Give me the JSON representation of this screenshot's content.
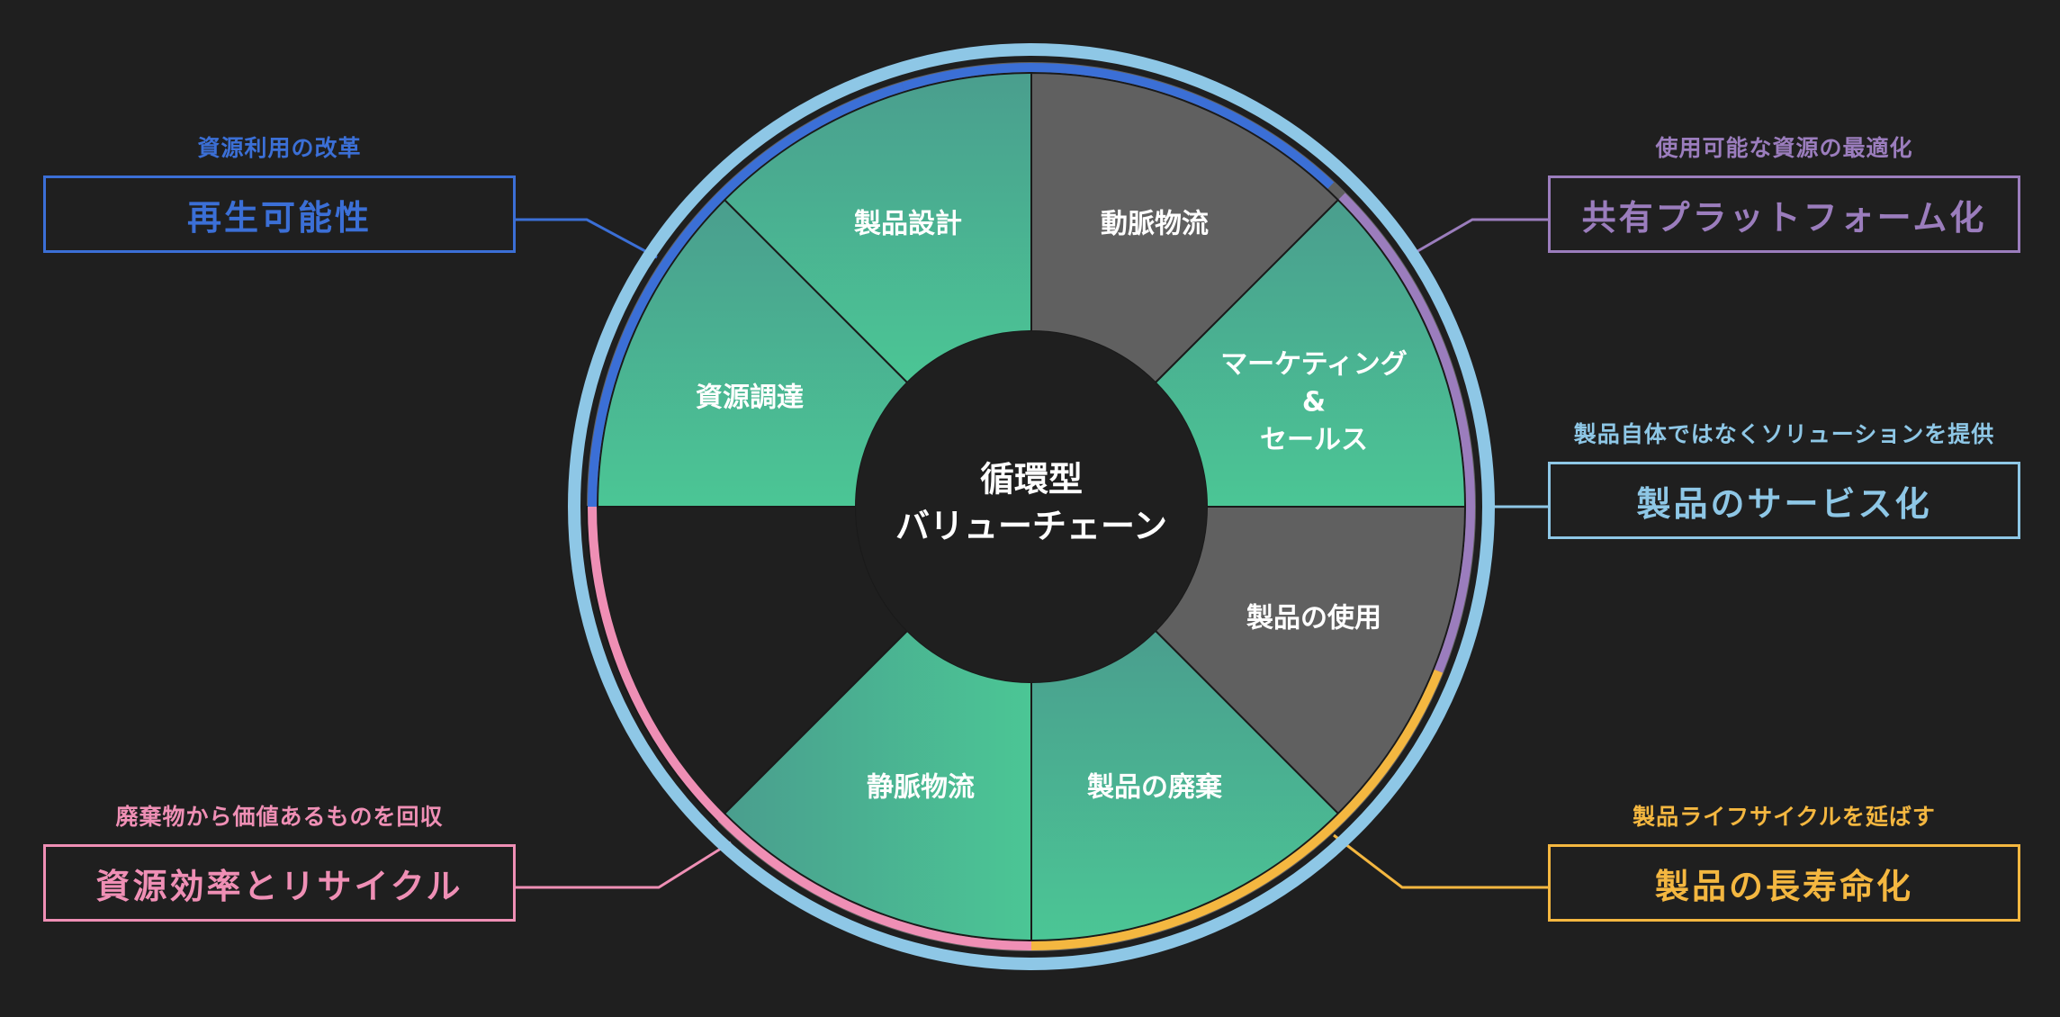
{
  "center": {
    "line1": "循環型",
    "line2": "バリューチェーン"
  },
  "segments": [
    {
      "id": "design",
      "label": [
        "製品設計"
      ],
      "color": "green"
    },
    {
      "id": "arterial",
      "label": [
        "動脈物流"
      ],
      "color": "gray"
    },
    {
      "id": "marketing",
      "label": [
        "マーケティング",
        "&",
        "セールス"
      ],
      "color": "green"
    },
    {
      "id": "use",
      "label": [
        "製品の使用"
      ],
      "color": "gray"
    },
    {
      "id": "disposal",
      "label": [
        "製品の廃棄"
      ],
      "color": "green"
    },
    {
      "id": "venous",
      "label": [
        "静脈物流"
      ],
      "color": "green"
    },
    {
      "id": "empty",
      "label": [],
      "color": "none"
    },
    {
      "id": "sourcing",
      "label": [
        "資源調達"
      ],
      "color": "green"
    }
  ],
  "groups": {
    "renewability": {
      "subtitle": "資源利用の改革",
      "title": "再生可能性",
      "color": "#3b6fd6"
    },
    "sharing": {
      "subtitle": "使用可能な資源の最適化",
      "title": "共有プラットフォーム化",
      "color": "#9b7dbd"
    },
    "servitization": {
      "subtitle": "製品自体ではなくソリューションを提供",
      "title": "製品のサービス化",
      "color": "#8ec7e6"
    },
    "recycling": {
      "subtitle": "廃棄物から価値あるものを回収",
      "title": "資源効率とリサイクル",
      "color": "#ef8fb5"
    },
    "longevity": {
      "subtitle": "製品ライフサイクルを延ばす",
      "title": "製品の長寿命化",
      "color": "#f4b740"
    }
  },
  "colors": {
    "background": "#1f1f1f",
    "green": "#4bbf93",
    "green_dark": "#4a9e8e",
    "gray": "#606060"
  }
}
